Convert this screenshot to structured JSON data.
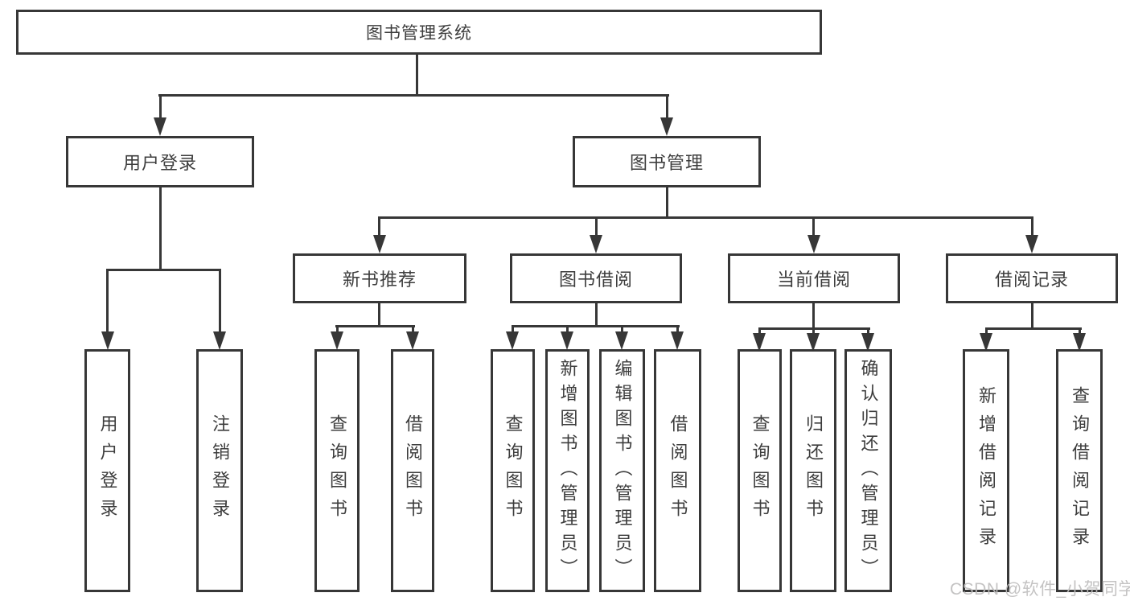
{
  "diagram_type": "hierarchy-tree",
  "title": "图书管理系统",
  "colors": {
    "line": "#373737",
    "box_border": "#373737",
    "box_background": "#ffffff",
    "text": "#3d3d3d",
    "page_background": "#ffffff",
    "watermark": "#bfbebe"
  },
  "watermark": "CSDN @软件_小贺同学",
  "nodes": {
    "root": "图书管理系统",
    "user_login": "用户登录",
    "book_mgmt": "图书管理",
    "new_book_rec": "新书推荐",
    "book_borrow": "图书借阅",
    "current_borrow": "当前借阅",
    "borrow_records": "借阅记录",
    "leaf_user_login": "用户登录",
    "leaf_logout": "注销登录",
    "rec_query_books": "查询图书",
    "rec_borrow_books": "借阅图书",
    "bb_query_books": "查询图书",
    "bb_add_books": "新增图书（管理员）",
    "bb_edit_books": "编辑图书（管理员）",
    "bb_borrow_books": "借阅图书",
    "cb_query_books": "查询图书",
    "cb_return_books": "归还图书",
    "cb_confirm_return": "确认归还（管理员）",
    "br_add_record": "新增借阅记录",
    "br_query_record": "查询借阅记录"
  },
  "hierarchy": {
    "图书管理系统": [
      "用户登录",
      "图书管理"
    ],
    "用户登录": [
      "用户登录",
      "注销登录"
    ],
    "图书管理": [
      "新书推荐",
      "图书借阅",
      "当前借阅",
      "借阅记录"
    ],
    "新书推荐": [
      "查询图书",
      "借阅图书"
    ],
    "图书借阅": [
      "查询图书",
      "新增图书（管理员）",
      "编辑图书（管理员）",
      "借阅图书"
    ],
    "当前借阅": [
      "查询图书",
      "归还图书",
      "确认归还（管理员）"
    ],
    "借阅记录": [
      "新增借阅记录",
      "查询借阅记录"
    ]
  }
}
